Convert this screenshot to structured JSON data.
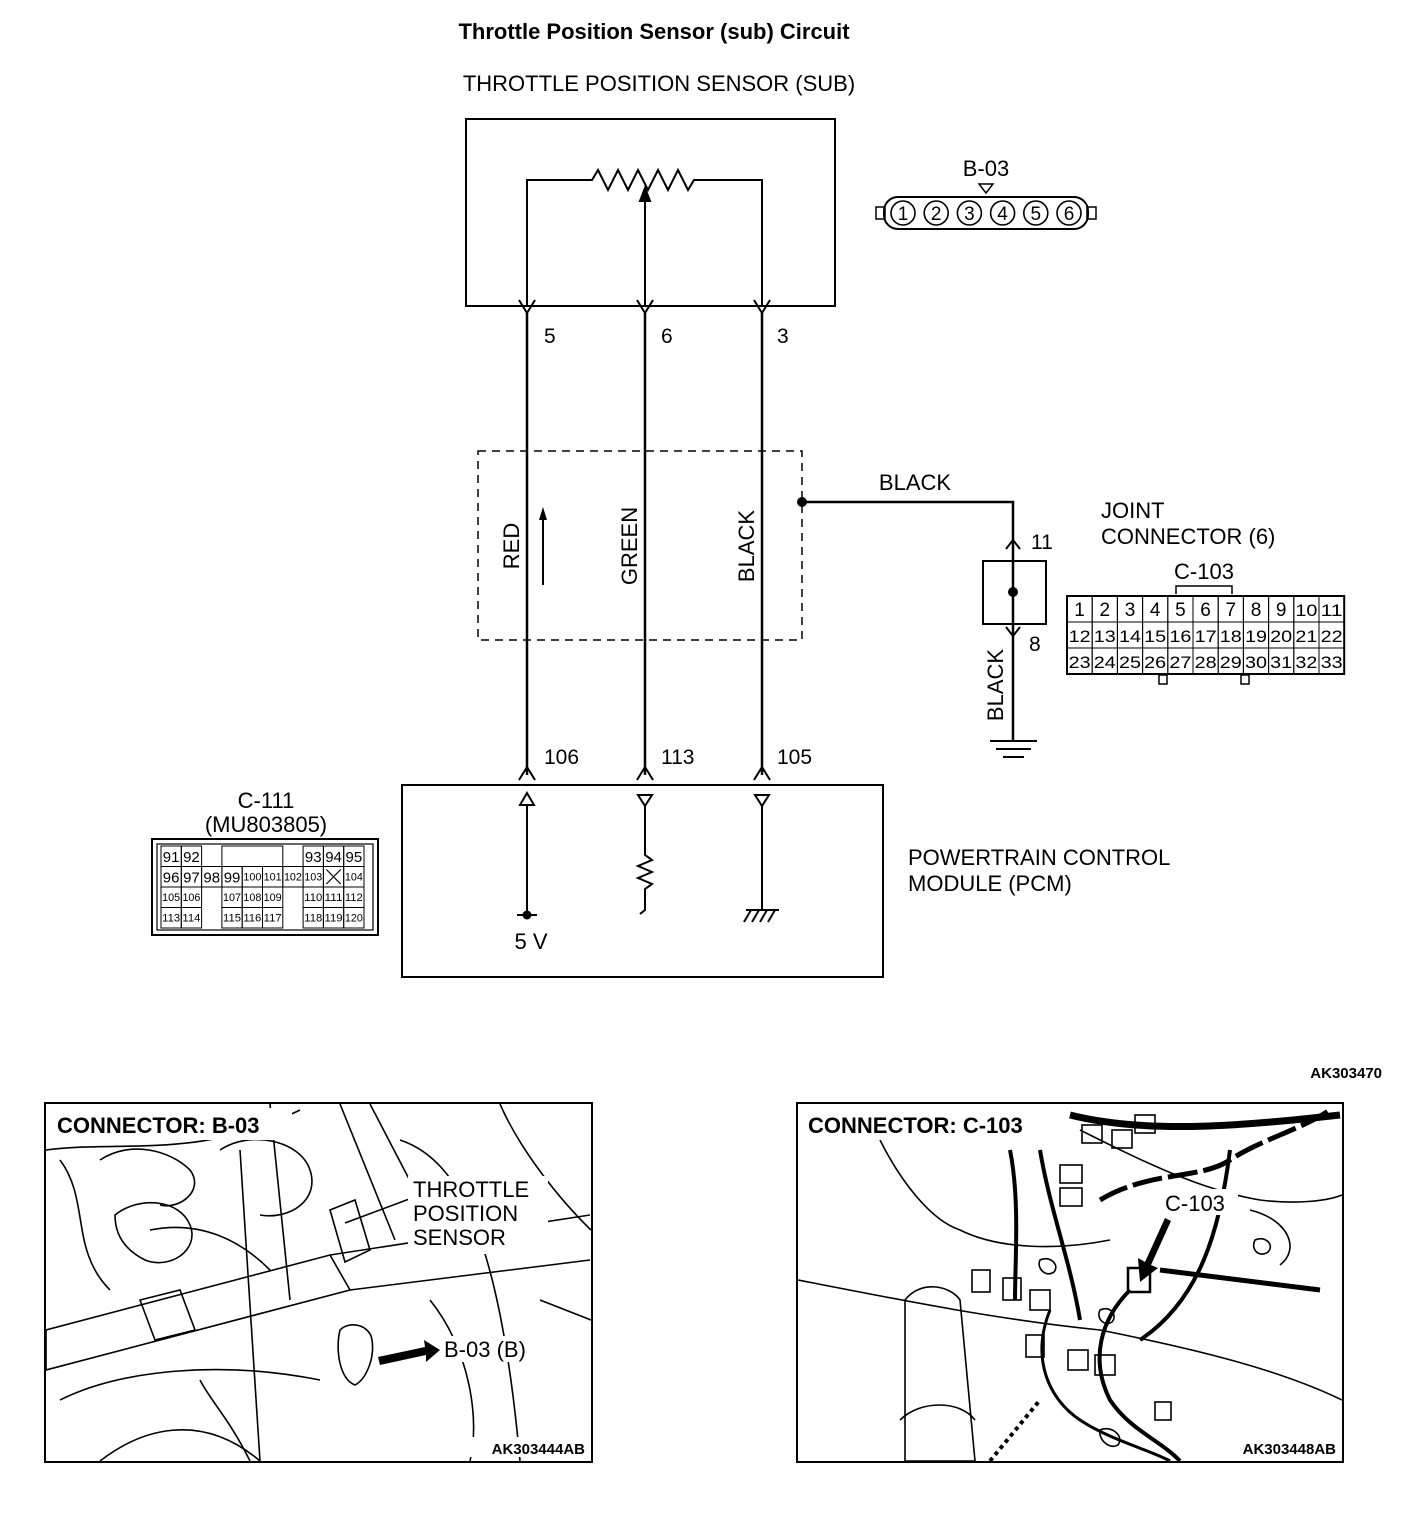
{
  "title": "Throttle Position Sensor (sub) Circuit",
  "sensor": {
    "name": "THROTTLE POSITION SENSOR (SUB)",
    "pins": [
      "5",
      "6",
      "3"
    ]
  },
  "connector_b03": {
    "label": "B-03",
    "pins": [
      "1",
      "2",
      "3",
      "4",
      "5",
      "6"
    ]
  },
  "wires": {
    "red": "RED",
    "green": "GREEN",
    "black": "BLACK",
    "black_top": "BLACK",
    "black_ground": "BLACK"
  },
  "joint_connector": {
    "name_line1": "JOINT",
    "name_line2": "CONNECTOR (6)",
    "label": "C-103",
    "pin_in": "11",
    "pin_out": "8",
    "rows": [
      [
        "1",
        "2",
        "3",
        "4",
        "5",
        "6",
        "7",
        "8",
        "9",
        "10",
        "11"
      ],
      [
        "12",
        "13",
        "14",
        "15",
        "16",
        "17",
        "18",
        "19",
        "20",
        "21",
        "22"
      ],
      [
        "23",
        "24",
        "25",
        "26",
        "27",
        "28",
        "29",
        "30",
        "31",
        "32",
        "33"
      ]
    ]
  },
  "pcm": {
    "name_line1": "POWERTRAIN CONTROL",
    "name_line2": "MODULE (PCM)",
    "pins": [
      "106",
      "113",
      "105"
    ],
    "voltage": "5 V"
  },
  "connector_c111": {
    "label": "C-111",
    "part": "(MU803805)",
    "row1": [
      "91",
      "92",
      "93",
      "94",
      "95"
    ],
    "row2": [
      "96",
      "97",
      "98",
      "99",
      "100",
      "101",
      "102",
      "103",
      "104"
    ],
    "row3": [
      "105",
      "106",
      "107",
      "108",
      "109",
      "110",
      "111",
      "112"
    ],
    "row4": [
      "113",
      "114",
      "115",
      "116",
      "117",
      "118",
      "119",
      "120"
    ]
  },
  "diagram_id": "AK303470",
  "photo_left": {
    "title": "CONNECTOR: B-03",
    "callout_line1": "THROTTLE",
    "callout_line2": "POSITION",
    "callout_line3": "SENSOR",
    "arrow_label": "B-03 (B)",
    "id": "AK303444AB"
  },
  "photo_right": {
    "title": "CONNECTOR: C-103",
    "arrow_label": "C-103",
    "id": "AK303448AB"
  }
}
